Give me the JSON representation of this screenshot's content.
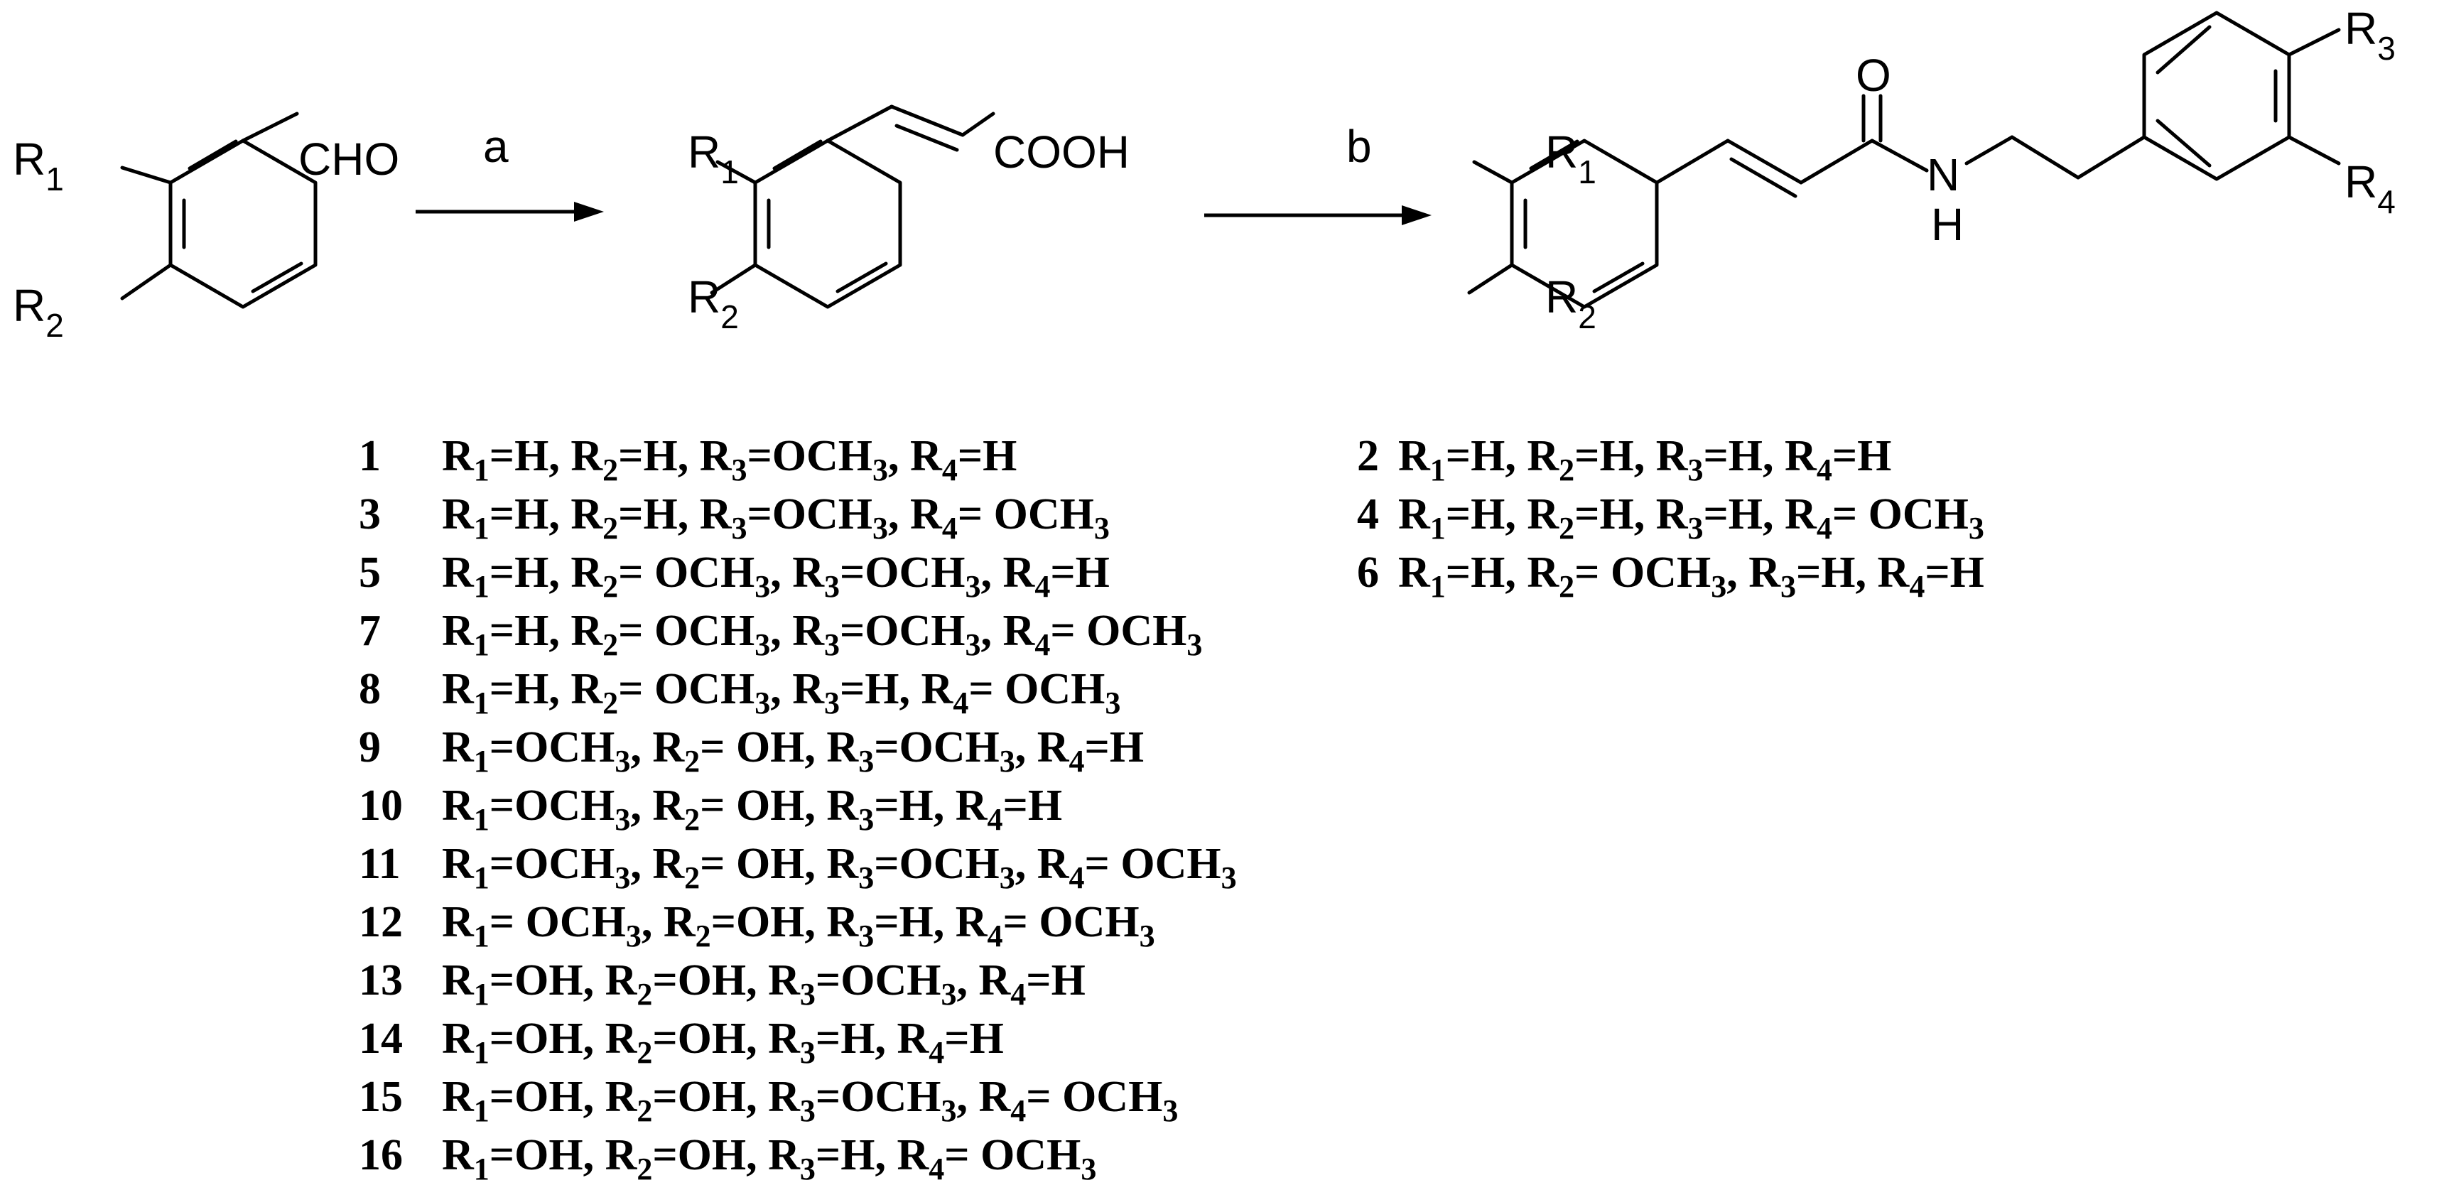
{
  "scheme": {
    "reagent_a": "a",
    "reagent_b": "b",
    "aldehyde_group": "CHO",
    "acid_group": "COOH",
    "amide_o": "O",
    "amide_n": "N",
    "amide_h": "H"
  },
  "compounds_left": [
    {
      "id": "1",
      "subs": [
        "H",
        "H",
        "OCH",
        "H"
      ]
    },
    {
      "id": "3",
      "subs": [
        "H",
        "H",
        "OCH",
        " OCH"
      ]
    },
    {
      "id": "5",
      "subs": [
        "H",
        " OCH",
        "OCH",
        "H"
      ]
    },
    {
      "id": "7",
      "subs": [
        "H",
        " OCH",
        "OCH",
        " OCH"
      ]
    },
    {
      "id": "8",
      "subs": [
        "H",
        " OCH",
        "H",
        " OCH"
      ]
    },
    {
      "id": "9",
      "subs": [
        "OCH",
        " OH",
        "OCH",
        "H"
      ]
    },
    {
      "id": "10",
      "subs": [
        "OCH",
        " OH",
        "H",
        "H"
      ]
    },
    {
      "id": "11",
      "subs": [
        "OCH",
        " OH",
        "OCH",
        " OCH"
      ]
    },
    {
      "id": "12",
      "subs": [
        " OCH",
        "OH",
        "H",
        " OCH"
      ]
    },
    {
      "id": "13",
      "subs": [
        "OH",
        "OH",
        "OCH",
        "H"
      ]
    },
    {
      "id": "14",
      "subs": [
        "OH",
        "OH",
        "H",
        "H"
      ]
    },
    {
      "id": "15",
      "subs": [
        "OH",
        "OH",
        "OCH",
        " OCH"
      ]
    },
    {
      "id": "16",
      "subs": [
        "OH",
        "OH",
        "H",
        " OCH"
      ]
    }
  ],
  "compounds_right": [
    {
      "id": "2",
      "subs": [
        "H",
        "H",
        "H",
        "H"
      ]
    },
    {
      "id": "4",
      "subs": [
        "H",
        "H",
        "H",
        " OCH"
      ]
    },
    {
      "id": "6",
      "subs": [
        "H",
        " OCH",
        "H",
        "H"
      ]
    }
  ]
}
